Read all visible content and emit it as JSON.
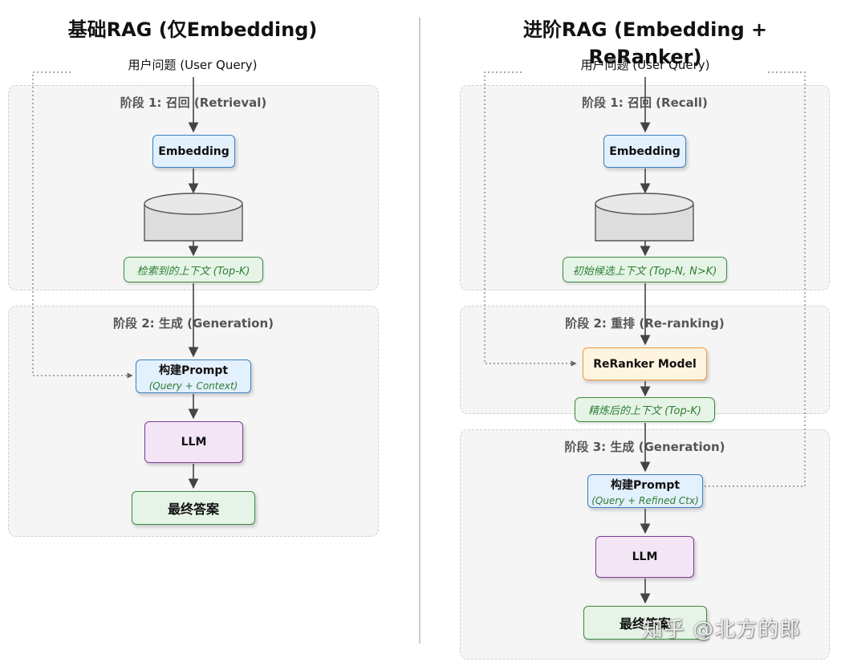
{
  "left": {
    "title": "基础RAG (仅Embedding)",
    "query": "用户问题 (User Query)",
    "stage1": {
      "label": "阶段 1: 召回 (Retrieval)"
    },
    "stage2": {
      "label": "阶段 2: 生成 (Generation)"
    },
    "embedding": "Embedding",
    "vector_db": "Vector DB",
    "context": "检索到的上下文 (Top-K)",
    "prompt": {
      "title": "构建Prompt",
      "sub": "(Query + Context)"
    },
    "llm": "LLM",
    "answer": "最终答案"
  },
  "right": {
    "title": "进阶RAG (Embedding + ReRanker)",
    "query": "用户问题 (User Query)",
    "stage1": {
      "label": "阶段 1: 召回 (Recall)"
    },
    "stage2": {
      "label": "阶段 2: 重排 (Re-ranking)"
    },
    "stage3": {
      "label": "阶段 3: 生成 (Generation)"
    },
    "embedding": "Embedding",
    "vector_db": "Vector DB",
    "candidates": "初始候选上下文 (Top-N, N>K)",
    "reranker": "ReRanker Model",
    "refined": "精炼后的上下文 (Top-K)",
    "prompt": {
      "title": "构建Prompt",
      "sub": "(Query + Refined Ctx)"
    },
    "llm": "LLM",
    "answer": "最终答案"
  },
  "watermark": "知乎 @北方的郎"
}
